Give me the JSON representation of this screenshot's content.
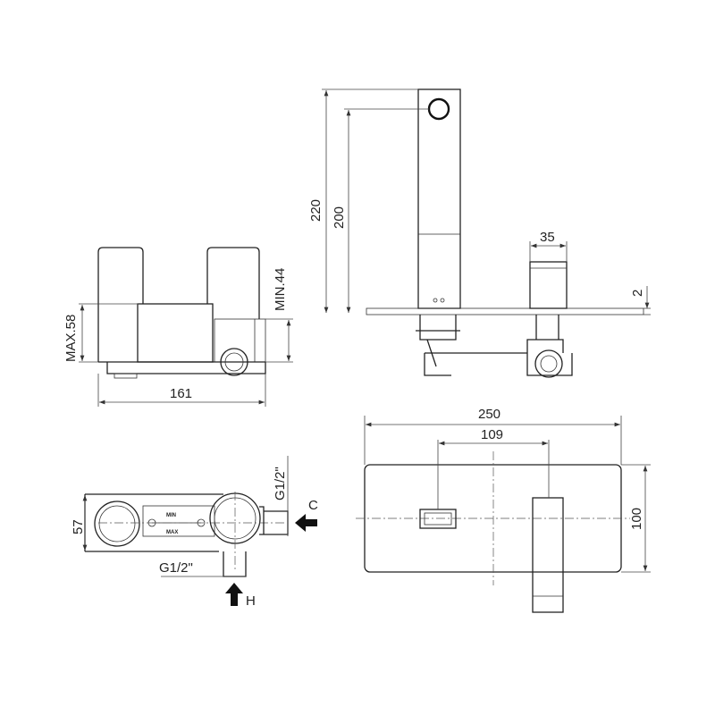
{
  "side_view": {
    "max_label": "MAX.58",
    "min_label": "MIN.44",
    "width_label": "161"
  },
  "front_view": {
    "height_total": "220",
    "height_outlet": "200",
    "handle_width": "35",
    "plate_thickness": "2"
  },
  "body_top_view": {
    "depth_label": "57",
    "cold_thread": "G1/2\"",
    "hot_thread": "G1/2\"",
    "cold_label": "C",
    "hot_label": "H",
    "min_mark": "MIN",
    "max_mark": "MAX"
  },
  "plate_top_view": {
    "plate_width": "250",
    "centers_distance": "109",
    "plate_height": "100"
  }
}
